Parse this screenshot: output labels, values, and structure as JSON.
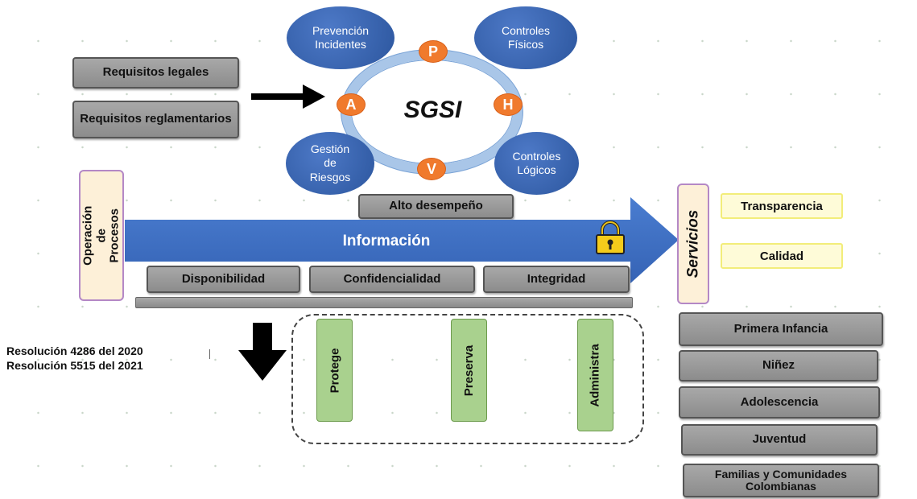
{
  "requirements": {
    "legal": "Requisitos legales",
    "regulatory": "Requisitos reglamentarios"
  },
  "sgsi": {
    "center": "SGSI",
    "prevention": "Prevención Incidentes",
    "physical": "Controles Físicos",
    "risk": "Gestión de Riesgos",
    "logical": "Controles Lógicos",
    "p": "P",
    "h": "H",
    "v": "V",
    "a": "A"
  },
  "high_performance": "Alto desempeño",
  "process_operation": "Operación de Procesos",
  "information": "Información",
  "pillars": [
    "Disponibilidad",
    "Confidencialidad",
    "Integridad"
  ],
  "services": {
    "label": "Servicios",
    "transparency": "Transparencia",
    "quality": "Calidad"
  },
  "resolutions": [
    "Resolución 4286 del 2020",
    "Resolución 5515 del 2021"
  ],
  "actions": [
    "Protege",
    "Preserva",
    "Administra"
  ],
  "populations": [
    "Primera Infancia",
    "Niñez",
    "Adolescencia",
    "Juventud",
    "Familias y Comunidades Colombianas"
  ],
  "colors": {
    "blue": "#3f6fc5",
    "orange": "#f07a2d",
    "green": "#a9d18e",
    "yellow_border": "#f2ed7a",
    "purple_border": "#b488c6"
  }
}
